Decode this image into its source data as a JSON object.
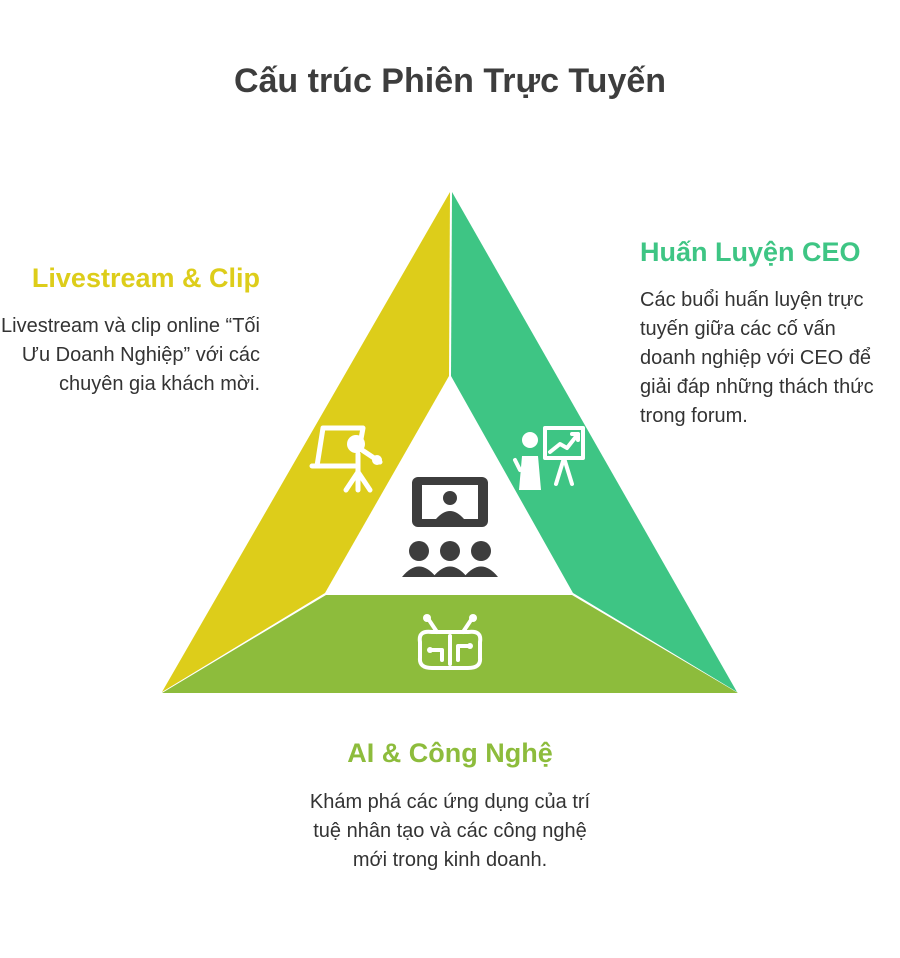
{
  "title": "Cấu trúc Phiên Trực Tuyến",
  "colors": {
    "yellow": "#DDCD1A",
    "green": "#3EC584",
    "lime": "#8DBC3C",
    "dark": "#3D3D3D"
  },
  "sections": {
    "left": {
      "heading": "Livestream & Clip",
      "description": "Livestream và clip online “Tối Ưu Doanh Nghiệp” với các chuyên gia khách mời.",
      "icon": "presentation-microphone-icon"
    },
    "right": {
      "heading": "Huấn Luyện CEO",
      "description": "Các buổi huấn luyện trực tuyến giữa các cố vấn doanh nghiệp với CEO để giải đáp những thách thức trong forum.",
      "icon": "coach-chart-icon"
    },
    "bottom": {
      "heading": "AI & Công Nghệ",
      "description": "Khám phá các ứng dụng của trí tuệ nhân tạo và các công nghệ mới trong kinh doanh.",
      "icon": "ai-brain-circuit-icon"
    },
    "center": {
      "icon": "online-meeting-icon"
    }
  }
}
